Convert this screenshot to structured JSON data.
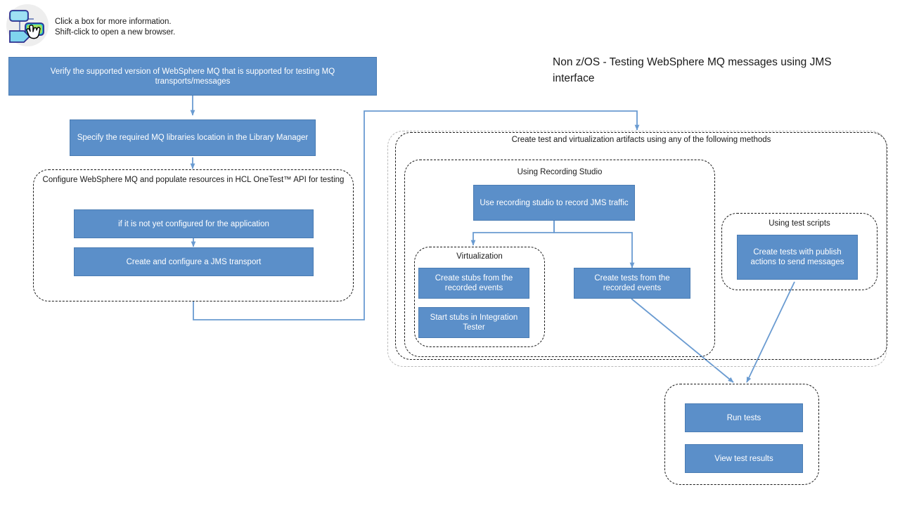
{
  "legend": {
    "icon": "flowchart-pointer-icon",
    "text": "Click a box for more information.\nShift-click to open a new browser."
  },
  "diagram": {
    "title": "Non z/OS - Testing WebSphere MQ messages using JMS interface",
    "accent_color": "#5b8fc9",
    "accent_border_color": "#4a7cb3",
    "connector_color": "#6a9bd1",
    "group_border_color": "#1a1a1a",
    "group_border_soft_color": "#b9b9b9"
  },
  "nodes": {
    "verify_version": "Verify the supported version of WebSphere MQ that is supported for testing MQ transports/messages",
    "specify_libraries": "Specify the required MQ libraries location in the Library Manager",
    "not_yet_configured": "if it is not yet configured for the application",
    "create_jms_transport": "Create and configure a JMS transport",
    "use_recording_studio": "Use recording studio to record JMS traffic",
    "create_stubs": "Create stubs from the recorded events",
    "start_stubs": "Start stubs in Integration Tester",
    "create_tests_recorded": "Create tests from the recorded events",
    "create_tests_publish": "Create tests with publish actions to send messages",
    "run_tests": "Run tests",
    "view_test_results": "View test results"
  },
  "groups": {
    "configure_mq": "Configure WebSphere MQ and populate resources in HCL OneTest™ API for testing",
    "create_artifacts": "Create test and virtualization artifacts using any of the following methods",
    "recording_studio": "Using Recording Studio",
    "virtualization": "Virtualization",
    "test_scripts": "Using test scripts",
    "results": ""
  }
}
